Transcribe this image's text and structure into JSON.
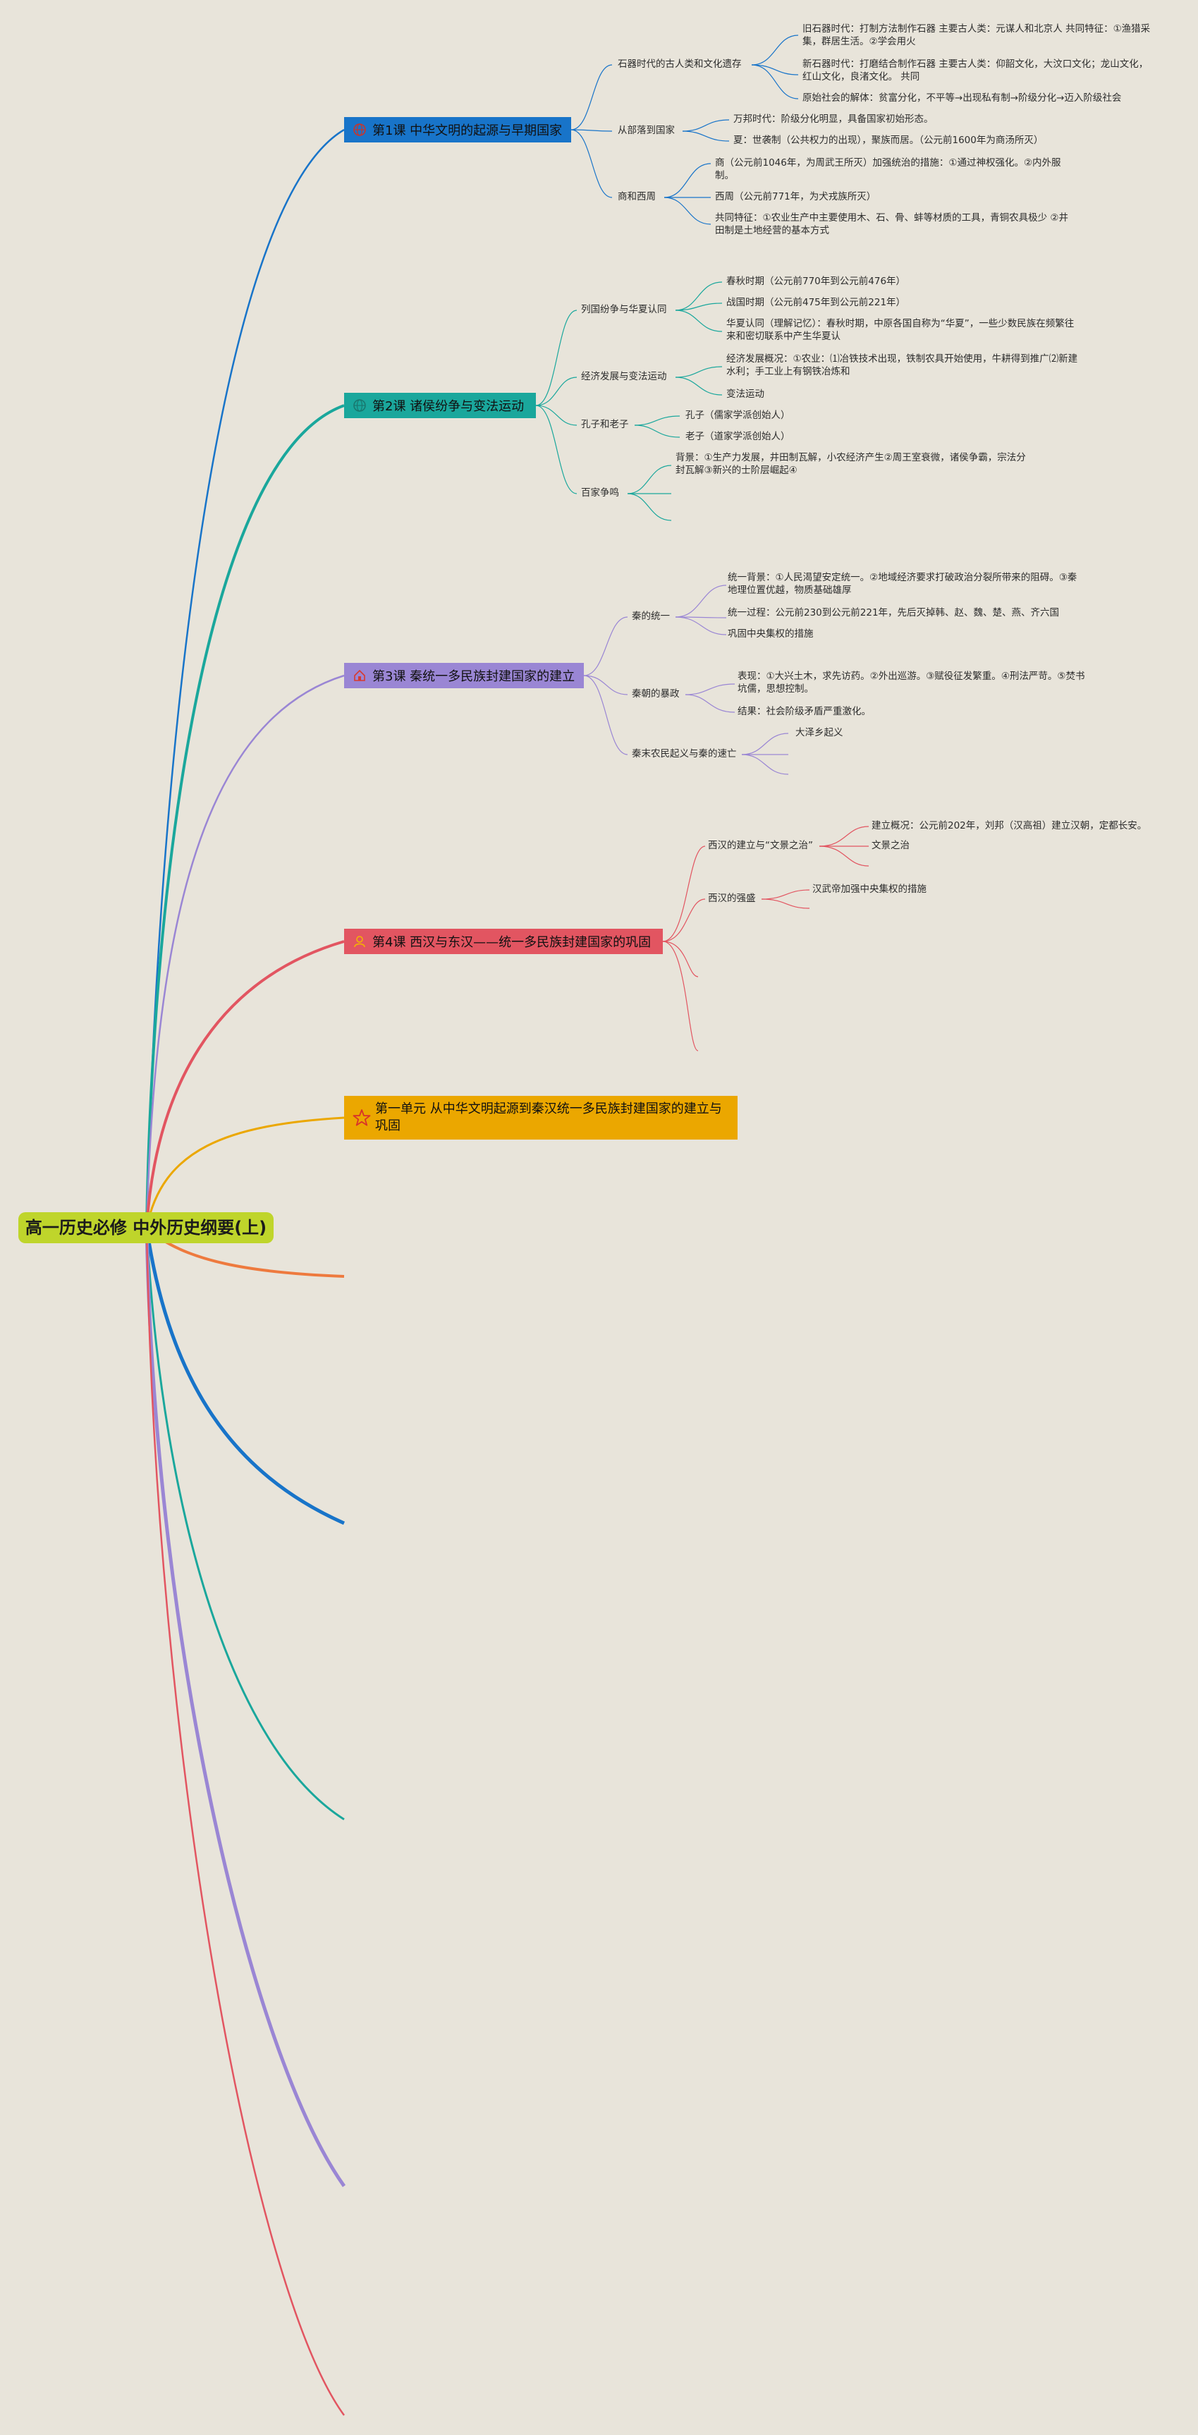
{
  "root": {
    "title": "高一历史必修 中外历史纲要(上)"
  },
  "unit": {
    "title": "第一单元 从中华文明起源到秦汉统一多民族封建国家的建立与巩固",
    "icon": "star-icon"
  },
  "colors": {
    "background": "#e8e4da",
    "root": "#bfd52b",
    "lesson1": "#1874c9",
    "lesson2": "#1aa79c",
    "lesson3": "#9a86d4",
    "lesson4": "#e25561",
    "unit": "#eba700"
  },
  "lesson1": {
    "title": "第1课 中华文明的起源与早期国家",
    "icon": "globe-icon",
    "topics": [
      {
        "label": "石器时代的古人类和文化遗存",
        "items": [
          "旧石器时代：打制方法制作石器 主要古人类：元谋人和北京人 共同特征：①渔猎采集，群居生活。②学会用火",
          "新石器时代：打磨结合制作石器 主要古人类：仰韶文化，大汶口文化；龙山文化，红山文化，良渚文化。 共同",
          "原始社会的解体：贫富分化，不平等→出现私有制→阶级分化→迈入阶级社会"
        ]
      },
      {
        "label": "从部落到国家",
        "items": [
          "万邦时代：阶级分化明显，具备国家初始形态。",
          "夏：世袭制（公共权力的出现），聚族而居。（公元前1600年为商汤所灭）"
        ]
      },
      {
        "label": "商和西周",
        "items": [
          "商（公元前1046年，为周武王所灭）加强统治的措施：①通过神权强化。②内外服制。",
          "西周（公元前771年，为犬戎族所灭）",
          "共同特征：①农业生产中主要使用木、石、骨、蚌等材质的工具，青铜农具极少 ②井田制是土地经营的基本方式"
        ]
      }
    ]
  },
  "lesson2": {
    "title": "第2课 诸侯纷争与变法运动",
    "icon": "globe-icon",
    "topics": [
      {
        "label": "列国纷争与华夏认同",
        "items": [
          "春秋时期（公元前770年到公元前476年）",
          "战国时期（公元前475年到公元前221年）",
          "华夏认同（理解记忆）：春秋时期，中原各国自称为“华夏”，一些少数民族在频繁往来和密切联系中产生华夏认"
        ]
      },
      {
        "label": "经济发展与变法运动",
        "items": [
          "经济发展概况：①农业：⑴冶铁技术出现，铁制农具开始使用，牛耕得到推广⑵新建水利；手工业上有钢铁冶炼和",
          "变法运动"
        ]
      },
      {
        "label": "孔子和老子",
        "items": [
          "孔子（儒家学派创始人）",
          "老子（道家学派创始人）"
        ]
      },
      {
        "label": "百家争鸣",
        "items": [
          "背景：①生产力发展，井田制瓦解，小农经济产生②周王室衰微，诸侯争霸，宗法分封瓦解③新兴的士阶层崛起④"
        ]
      }
    ]
  },
  "lesson3": {
    "title": "第3课 秦统一多民族封建国家的建立",
    "icon": "home-icon",
    "topics": [
      {
        "label": "秦的统一",
        "items": [
          "统一背景：①人民渴望安定统一。②地域经济要求打破政治分裂所带来的阻碍。③秦地理位置优越，物质基础雄厚",
          "统一过程：公元前230到公元前221年，先后灭掉韩、赵、魏、楚、燕、齐六国",
          "巩固中央集权的措施"
        ]
      },
      {
        "label": "秦朝的暴政",
        "items": [
          "表现：①大兴土木，求先访药。②外出巡游。③赋役征发繁重。④刑法严苛。⑤焚书坑儒，思想控制。",
          "结果：社会阶级矛盾严重激化。"
        ]
      },
      {
        "label": "秦末农民起义与秦的速亡",
        "items": [
          "大泽乡起义"
        ]
      }
    ]
  },
  "lesson4": {
    "title": "第4课 西汉与东汉——统一多民族封建国家的巩固",
    "icon": "person-icon",
    "topics": [
      {
        "label": "西汉的建立与“文景之治”",
        "items": [
          "建立概况：公元前202年，刘邦（汉高祖）建立汉朝，定都长安。",
          "文景之治"
        ]
      },
      {
        "label": "西汉的强盛",
        "items": [
          "汉武帝加强中央集权的措施"
        ]
      }
    ]
  }
}
